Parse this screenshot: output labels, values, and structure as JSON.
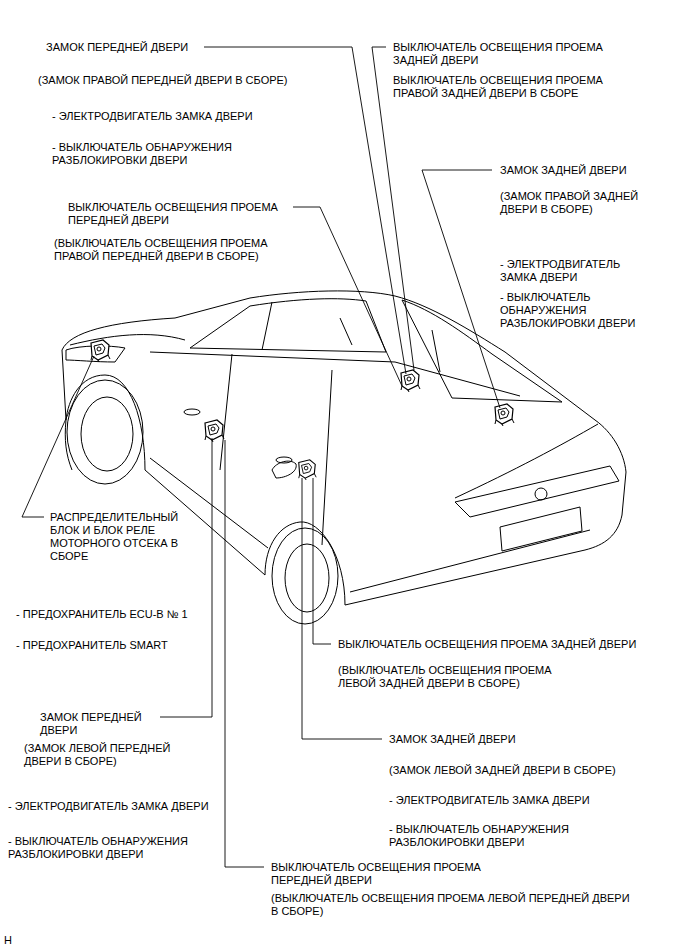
{
  "diagram": {
    "labels": [
      "ЗАМОК ПЕРЕДНЕЙ ДВЕРИ",
      "(ЗАМОК ПРАВОЙ ПЕРЕДНЕЙ ДВЕРИ В СБОРЕ)",
      "- ЭЛЕКТРОДВИГАТЕЛЬ ЗАМКА ДВЕРИ",
      "- ВЫКЛЮЧАТЕЛЬ ОБНАРУЖЕНИЯ РАЗБЛОКИРОВКИ ДВЕРИ",
      "ВЫКЛЮЧАТЕЛЬ ОСВЕЩЕНИЯ ПРОЕМА ПЕРЕДНЕЙ ДВЕРИ",
      "(ВЫКЛЮЧАТЕЛЬ ОСВЕЩЕНИЯ ПРОЕМА ПРАВОЙ ПЕРЕДНЕЙ ДВЕРИ В СБОРЕ)",
      "ВЫКЛЮЧАТЕЛЬ ОСВЕЩЕНИЯ ПРОЕМА ЗАДНЕЙ ДВЕРИ",
      "ВЫКЛЮЧАТЕЛЬ ОСВЕЩЕНИЯ ПРОЕМА ПРАВОЙ ЗАДНЕЙ ДВЕРИ В СБОРЕ",
      "ЗАМОК ЗАДНЕЙ ДВЕРИ",
      "(ЗАМОК ПРАВОЙ ЗАДНЕЙ ДВЕРИ В СБОРЕ)",
      "- ЭЛЕКТРОДВИГАТЕЛЬ ЗАМКА ДВЕРИ",
      "- ВЫКЛЮЧАТЕЛЬ ОБНАРУЖЕНИЯ РАЗБЛОКИРОВКИ ДВЕРИ",
      "РАСПРЕДЕЛИТЕЛЬНЫЙ БЛОК И БЛОК РЕЛЕ МОТОРНОГО ОТСЕКА В СБОРЕ",
      "- ПРЕДОХРАНИТЕЛЬ ECU-B № 1",
      "- ПРЕДОХРАНИТЕЛЬ SMART",
      "ВЫКЛЮЧАТЕЛЬ ОСВЕЩЕНИЯ ПРОЕМА ЗАДНЕЙ ДВЕРИ",
      "(ВЫКЛЮЧАТЕЛЬ ОСВЕЩЕНИЯ ПРОЕМА ЛЕВОЙ ЗАДНЕЙ ДВЕРИ В СБОРЕ)",
      "ЗАМОК ПЕРЕДНЕЙ ДВЕРИ",
      "(ЗАМОК ЛЕВОЙ ПЕРЕДНЕЙ ДВЕРИ В СБОРЕ)",
      "- ЭЛЕКТРОДВИГАТЕЛЬ ЗАМКА ДВЕРИ",
      "- ВЫКЛЮЧАТЕЛЬ ОБНАРУЖЕНИЯ РАЗБЛОКИРОВКИ ДВЕРИ",
      "ЗАМОК ЗАДНЕЙ ДВЕРИ",
      "(ЗАМОК ЛЕВОЙ ЗАДНЕЙ ДВЕРИ В СБОРЕ)",
      "- ЭЛЕКТРОДВИГАТЕЛЬ ЗАМКА ДВЕРИ",
      "- ВЫКЛЮЧАТЕЛЬ ОБНАРУЖЕНИЯ РАЗБЛОКИРОВКИ ДВЕРИ",
      "ВЫКЛЮЧАТЕЛЬ ОСВЕЩЕНИЯ ПРОЕМА ПЕРЕДНЕЙ ДВЕРИ",
      "(ВЫКЛЮЧАТЕЛЬ ОСВЕЩЕНИЯ ПРОЕМА ЛЕВОЙ ПЕРЕДНЕЙ ДВЕРИ В СБОРЕ)",
      "H"
    ]
  }
}
